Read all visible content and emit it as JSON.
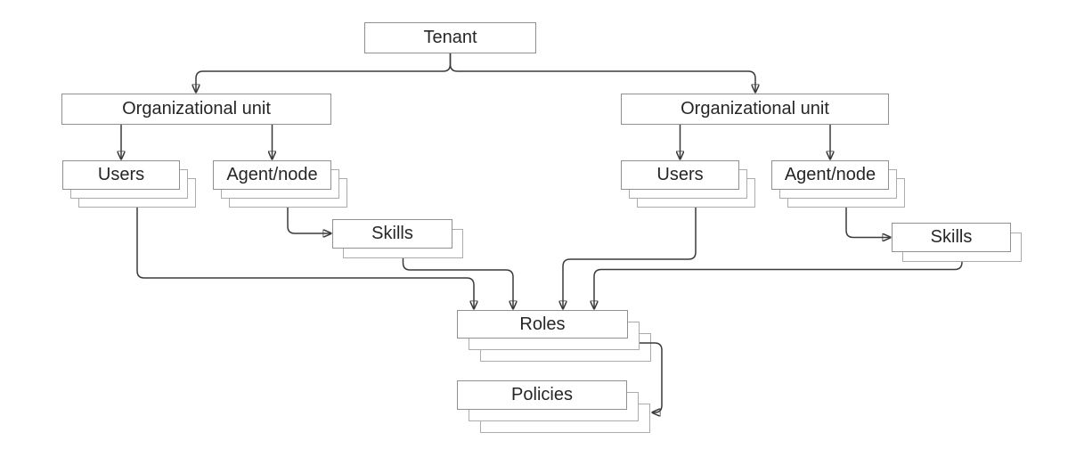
{
  "diagram": {
    "background_color": "#ffffff",
    "box_fill": "#ffffff",
    "box_border_color": "#909090",
    "stack_border_color": "#ababab",
    "connector_color": "#3a3a3a",
    "text_color": "#262626",
    "nodes": {
      "tenant": {
        "label": "Tenant"
      },
      "ou_left": {
        "label": "Organizational unit"
      },
      "ou_right": {
        "label": "Organizational unit"
      },
      "users_left": {
        "label": "Users"
      },
      "agent_left": {
        "label": "Agent/node"
      },
      "users_right": {
        "label": "Users"
      },
      "agent_right": {
        "label": "Agent/node"
      },
      "skills_left": {
        "label": "Skills"
      },
      "skills_right": {
        "label": "Skills"
      },
      "roles": {
        "label": "Roles"
      },
      "policies": {
        "label": "Policies"
      }
    },
    "edges": [
      {
        "from": "tenant",
        "to": "ou_left"
      },
      {
        "from": "tenant",
        "to": "ou_right"
      },
      {
        "from": "ou_left",
        "to": "users_left"
      },
      {
        "from": "ou_left",
        "to": "agent_left"
      },
      {
        "from": "ou_right",
        "to": "users_right"
      },
      {
        "from": "ou_right",
        "to": "agent_right"
      },
      {
        "from": "agent_left",
        "to": "skills_left"
      },
      {
        "from": "agent_right",
        "to": "skills_right"
      },
      {
        "from": "users_left",
        "to": "roles"
      },
      {
        "from": "skills_left",
        "to": "roles"
      },
      {
        "from": "users_right",
        "to": "roles"
      },
      {
        "from": "skills_right",
        "to": "roles"
      },
      {
        "from": "roles",
        "to": "policies"
      }
    ]
  }
}
